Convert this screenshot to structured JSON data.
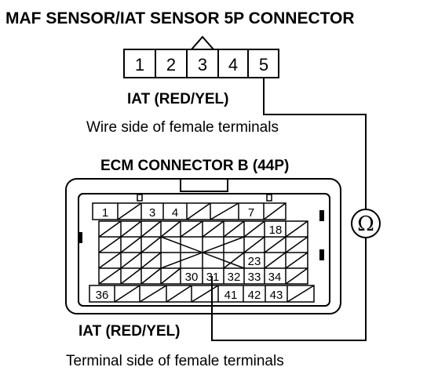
{
  "maf_connector": {
    "title": "MAF SENSOR/IAT SENSOR 5P CONNECTOR",
    "pins": [
      "1",
      "2",
      "3",
      "4",
      "5"
    ],
    "probe_label": "IAT (RED/YEL)",
    "view_caption": "Wire side of female terminals"
  },
  "ecm_connector": {
    "title": "ECM CONNECTOR B (44P)",
    "cells": [
      "1",
      "3",
      "4",
      "7",
      "18",
      "23",
      "30",
      "31",
      "32",
      "33",
      "34",
      "36",
      "41",
      "42",
      "43"
    ],
    "probe_label": "IAT (RED/YEL)",
    "view_caption": "Terminal side of female terminals"
  },
  "meter": {
    "symbol": "Ω",
    "name": "ohmmeter-icon"
  }
}
